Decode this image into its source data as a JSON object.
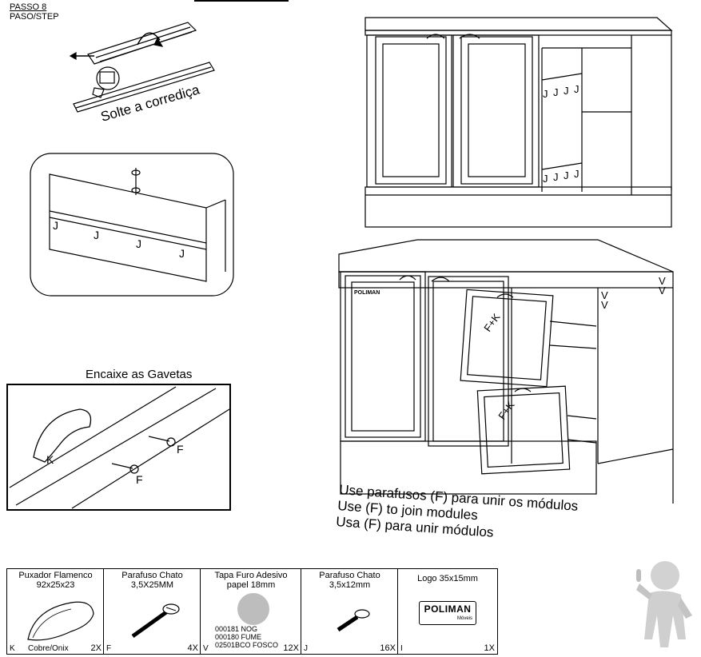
{
  "step": {
    "title": "PASSO 8",
    "subtitle": "PASO/STEP"
  },
  "instructions": {
    "release_slide": "Solte a corrediça",
    "fit_drawers": "Encaixe as Gavetas",
    "screw_line_1": "Use parafusos (F) para unir os módulos",
    "screw_line_2": "Use (F) to join modules",
    "screw_line_3": "Usa (F) para unir módulos"
  },
  "labels": {
    "k": "K",
    "f": "F",
    "j": "J",
    "v": "V",
    "fk": "F+K",
    "brand": "POLIMAN"
  },
  "parts": [
    {
      "name": "Puxador Flamenco",
      "size": "92x25x23",
      "code": "K",
      "finish": "Cobre/Onix",
      "qty": "2X"
    },
    {
      "name": "Parafuso Chato",
      "size": "3,5X25MM",
      "code": "F",
      "qty": "4X"
    },
    {
      "name": "Tapa Furo Adesivo",
      "size": "papel 18mm",
      "code": "V",
      "qty": "12X",
      "variants": [
        "000181 NOG",
        "000180 FUME",
        "02501BCO FOSCO"
      ],
      "swatch_color": "#bdbdbd"
    },
    {
      "name": "Parafuso Chato",
      "size": "3,5x12mm",
      "code": "J",
      "qty": "16X"
    },
    {
      "name": "Logo 35x15mm",
      "code": "I",
      "qty": "1X",
      "logo_text": "POLIMAN",
      "logo_sub": "Móveis"
    }
  ]
}
